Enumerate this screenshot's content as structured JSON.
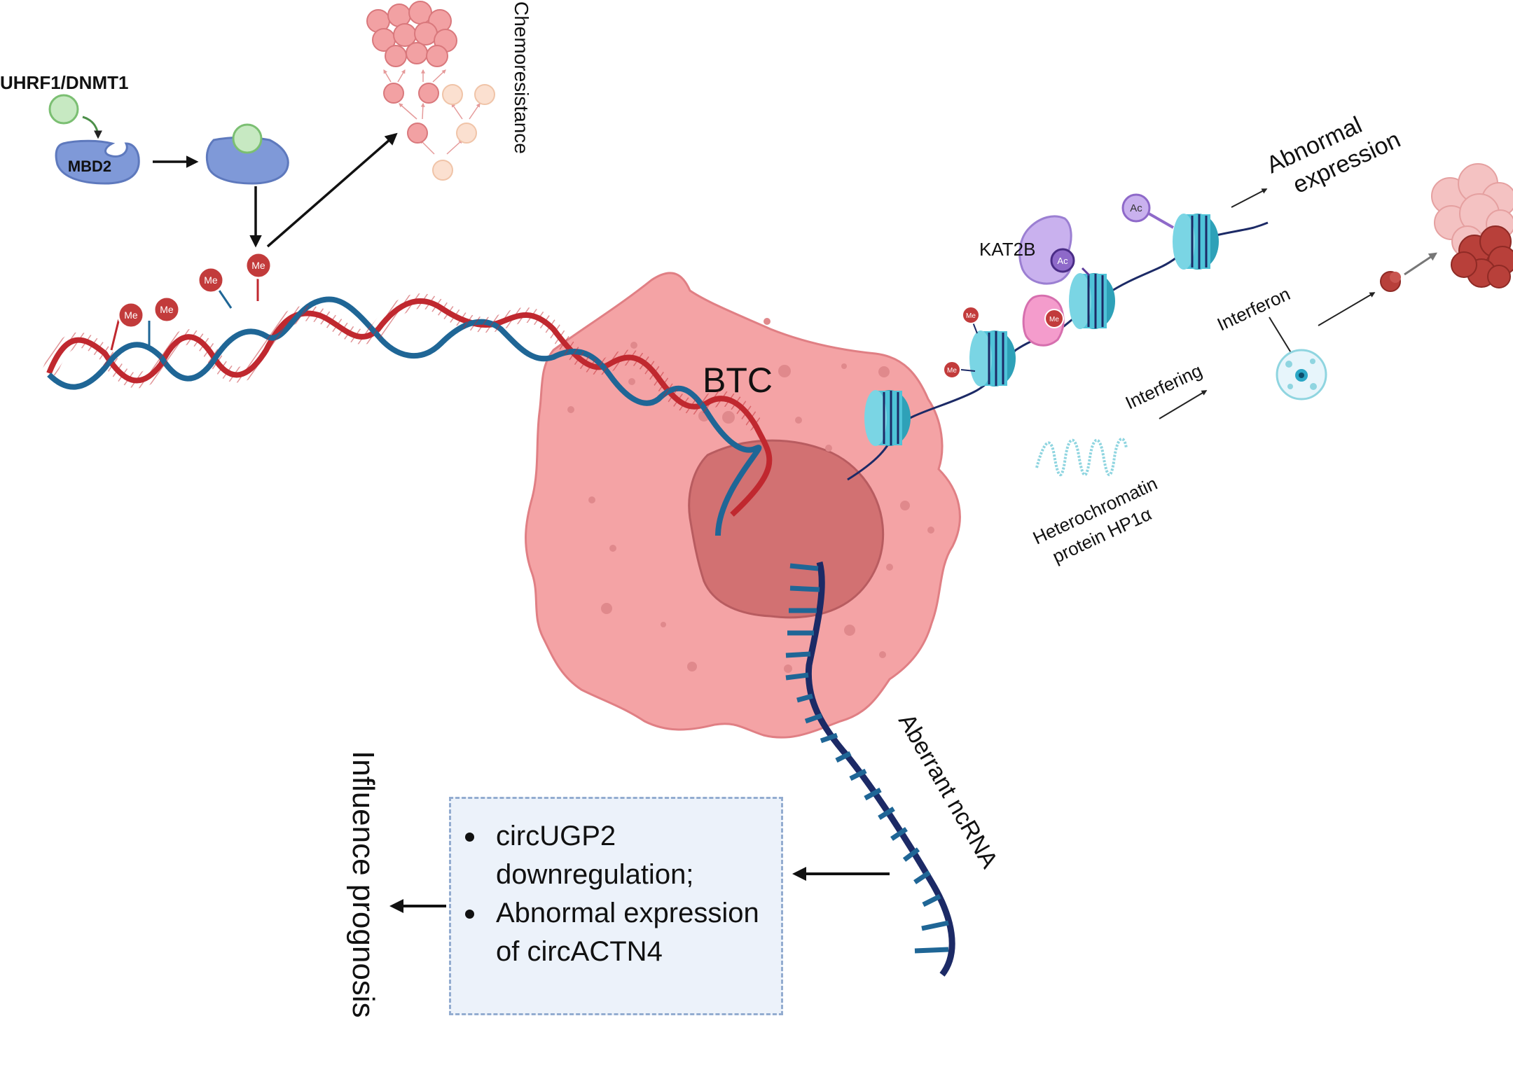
{
  "labels": {
    "uhrf1": "UHRF1/DNMT1",
    "mbd2": "MBD2",
    "chemoresistance": "Chemoresistance",
    "me": "Me",
    "ac": "Ac",
    "kat2b": "KAT2B",
    "btc": "BTC",
    "abnormal_expression_line1": "Abnormal",
    "abnormal_expression_line2": "expression",
    "interferon": "Interferon",
    "interfering": "Interfering",
    "heterochromatin_line1": "Heterochromatin",
    "heterochromatin_line2": "protein HP1α",
    "aberrant_ncrna": "Aberrant ncRNA",
    "influence_prognosis": "Influence prognosis"
  },
  "box": {
    "items": [
      "circUGP2 downregulation;",
      "Abnormal expression of circACTN4"
    ]
  },
  "colors": {
    "dna_red": "#c0282f",
    "dna_blue": "#1f6696",
    "cell_fill": "#f4a3a5",
    "nucleus_fill": "#d27172",
    "protein_blue": "#7f99d8",
    "protein_green": "#c7e9c2",
    "nucleosome": "#4fc3d8",
    "ncrna": "#1c2a66",
    "methyl": "#c23b3b",
    "kat2b": "#c9b1ee",
    "pink_protein": "#f49ccc"
  }
}
